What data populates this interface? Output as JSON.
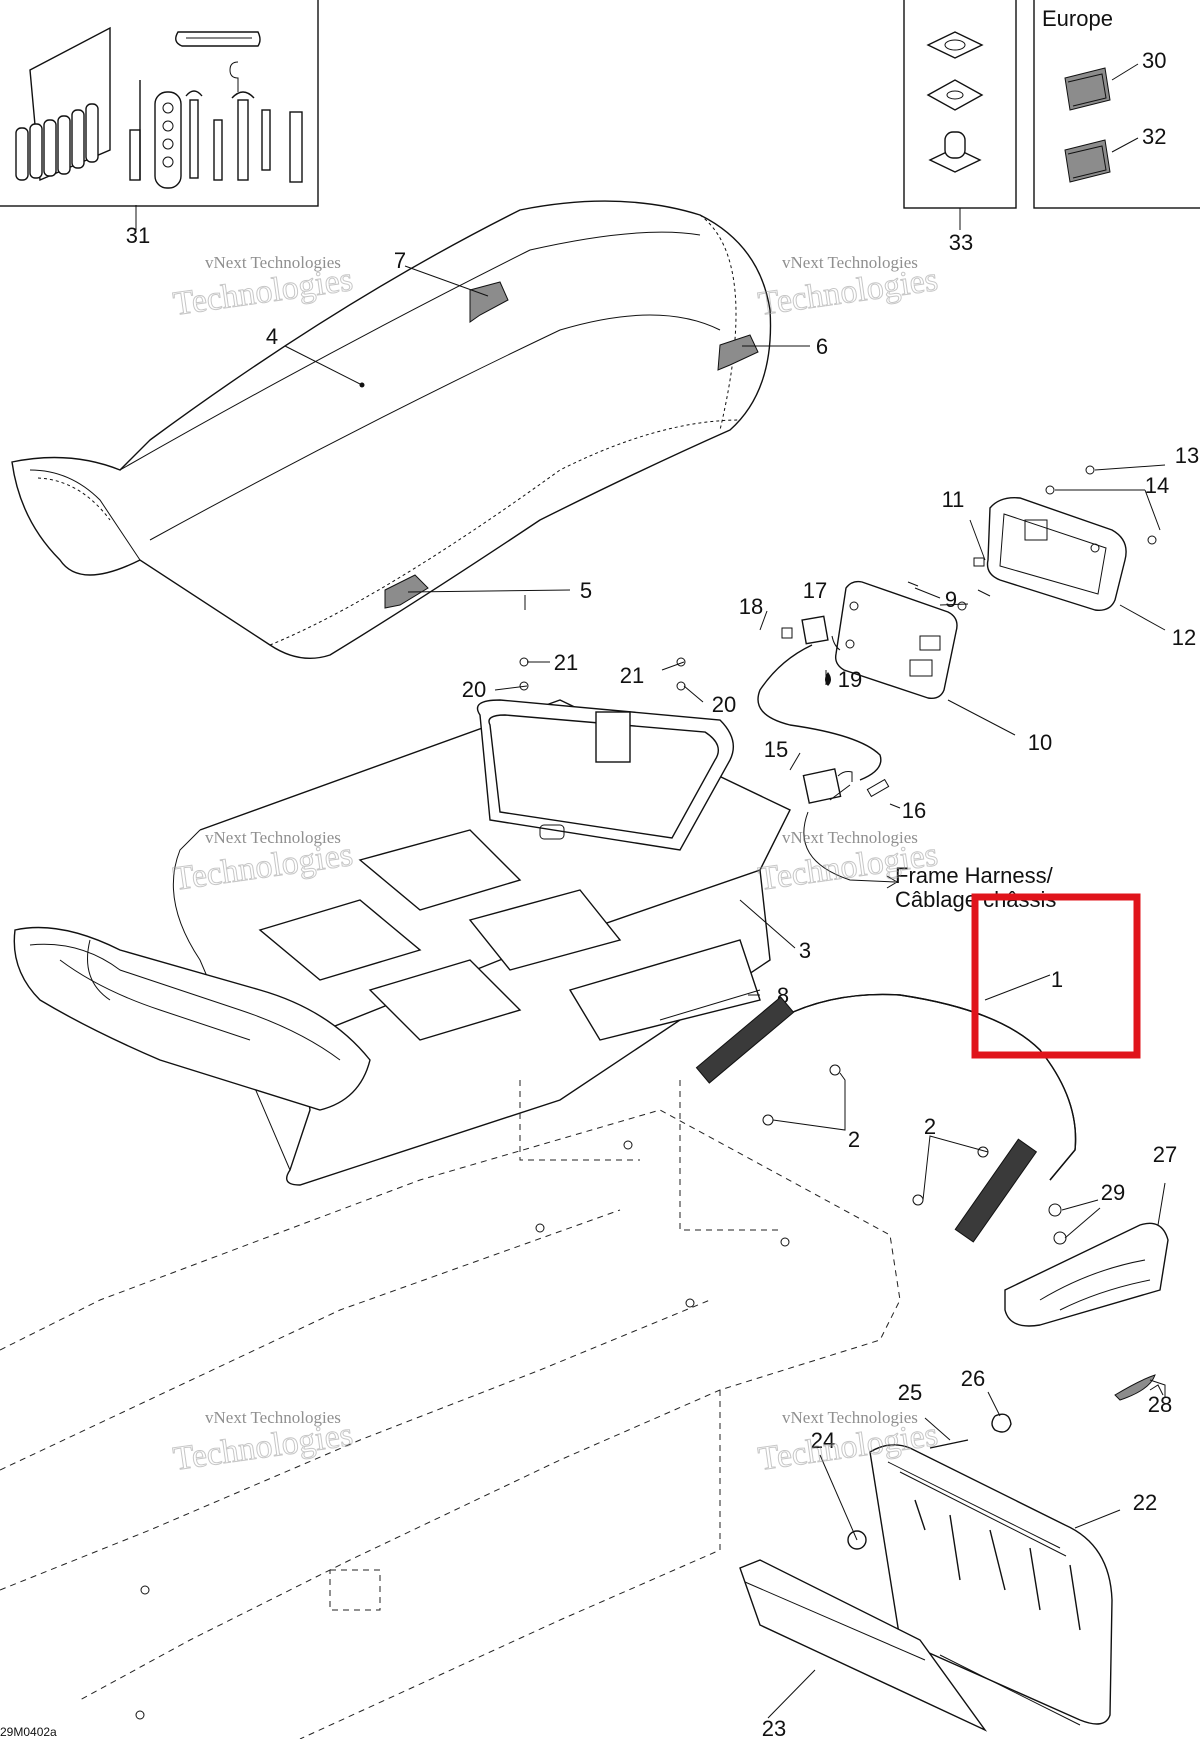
{
  "diagram_id": "29M0402a",
  "callouts": [
    {
      "key": "c1",
      "text": "1"
    },
    {
      "key": "c2a",
      "text": "2"
    },
    {
      "key": "c2b",
      "text": "2"
    },
    {
      "key": "c3",
      "text": "3"
    },
    {
      "key": "c4",
      "text": "4"
    },
    {
      "key": "c5",
      "text": "5"
    },
    {
      "key": "c6",
      "text": "6"
    },
    {
      "key": "c7",
      "text": "7"
    },
    {
      "key": "c8",
      "text": "8"
    },
    {
      "key": "c9",
      "text": "9"
    },
    {
      "key": "c10",
      "text": "10"
    },
    {
      "key": "c11",
      "text": "11"
    },
    {
      "key": "c12",
      "text": "12"
    },
    {
      "key": "c13",
      "text": "13"
    },
    {
      "key": "c14",
      "text": "14"
    },
    {
      "key": "c15",
      "text": "15"
    },
    {
      "key": "c16",
      "text": "16"
    },
    {
      "key": "c17",
      "text": "17"
    },
    {
      "key": "c18",
      "text": "18"
    },
    {
      "key": "c19",
      "text": "19"
    },
    {
      "key": "c20a",
      "text": "20"
    },
    {
      "key": "c20b",
      "text": "20"
    },
    {
      "key": "c21a",
      "text": "21"
    },
    {
      "key": "c21b",
      "text": "21"
    },
    {
      "key": "c22",
      "text": "22"
    },
    {
      "key": "c23",
      "text": "23"
    },
    {
      "key": "c24",
      "text": "24"
    },
    {
      "key": "c25",
      "text": "25"
    },
    {
      "key": "c26",
      "text": "26"
    },
    {
      "key": "c27",
      "text": "27"
    },
    {
      "key": "c28",
      "text": "28"
    },
    {
      "key": "c29",
      "text": "29"
    },
    {
      "key": "c30",
      "text": "30"
    },
    {
      "key": "c31",
      "text": "31"
    },
    {
      "key": "c32",
      "text": "32"
    },
    {
      "key": "c33",
      "text": "33"
    }
  ],
  "region_label": "Europe",
  "harness_label_line1": "Frame Harness/",
  "harness_label_line2": "Câblage châssis",
  "watermark_line1": "vNext Technologies",
  "watermark_line2": "Technologies",
  "watermark_overlay": "vNext",
  "highlight_color": "#e0141b"
}
